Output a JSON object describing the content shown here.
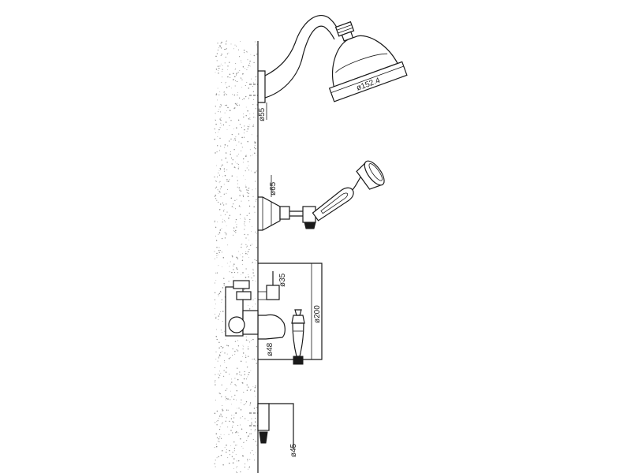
{
  "dimensions": {
    "shower_head": "ø152.4",
    "arm_flange": "ø55",
    "holder_flange": "ø65",
    "handle_cap": "ø35",
    "valve_height": "ø200",
    "valve_escutcheon": "ø48",
    "spout_flange": "ø45"
  },
  "colors": {
    "line": "#1a1a1a",
    "wall_speckle": "#8a8a8a",
    "background": "#ffffff"
  }
}
